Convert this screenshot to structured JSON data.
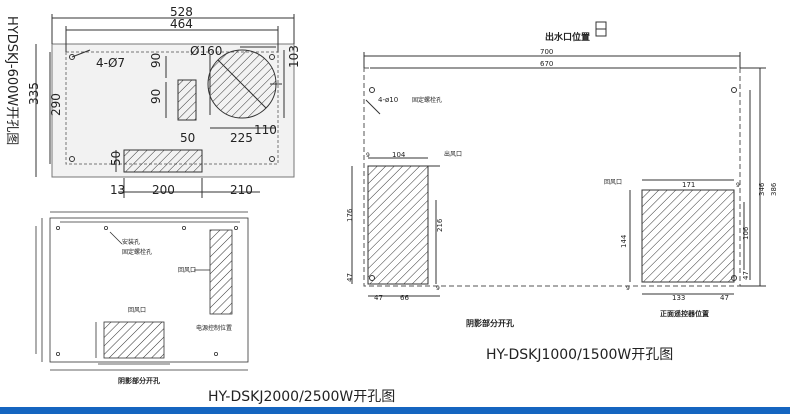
{
  "drawing1": {
    "title": "HYDSKJ-600W开孔图",
    "dims": {
      "w528": "528",
      "w464": "464",
      "h335": "335",
      "h290": "290",
      "hole": "4-Ø7",
      "circle": "Ø160",
      "d90a": "90",
      "d90b": "90",
      "d103": "103",
      "d50a": "50",
      "d225": "225",
      "d110": "110",
      "d50b": "50",
      "d13": "13",
      "d200": "200",
      "d210": "210"
    }
  },
  "drawing2": {
    "caption": "HY-DSKJ2000/2500W开孔图",
    "label_shadow": "阴影部分开孔",
    "label_install": "安装孔",
    "label_install2": "固定螺栓孔",
    "label_out": "回风口",
    "label_in": "回风口",
    "label_ctrl": "电源控制位置"
  },
  "drawing3": {
    "caption": "HY-DSKJ1000/1500W开孔图",
    "water_outlet": "出水口位置",
    "hole_label": "4-ø10",
    "fix_label": "固定螺栓孔",
    "out_label": "出风口",
    "in_label": "回风口",
    "shadow_label": "阴影部分开孔",
    "ctrl_label": "正面遥控器位置",
    "dims": {
      "d700": "700",
      "d670": "670",
      "d104": "104",
      "d9a": "9",
      "d176": "176",
      "d216": "216",
      "d47a": "47",
      "d47b": "47",
      "d66": "66",
      "d9b": "9",
      "d171": "171",
      "d9c": "9",
      "d144": "144",
      "d106": "106",
      "d346": "346",
      "d386": "386",
      "d47c": "47",
      "d9d": "9",
      "d133": "133",
      "d47d": "47"
    }
  },
  "colors": {
    "line": "#333333",
    "accent": "#1565c0",
    "panel": "#f4f4f4"
  }
}
